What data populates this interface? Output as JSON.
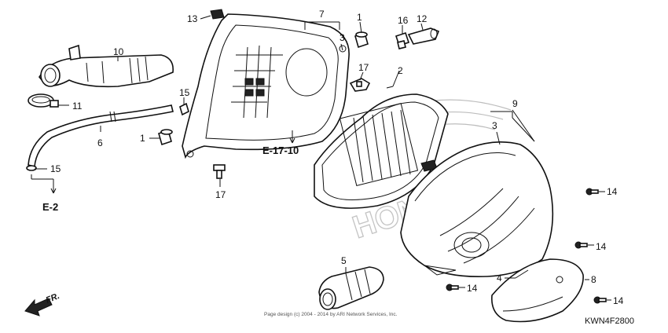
{
  "diagram": {
    "callouts": [
      {
        "id": "c1a",
        "text": "1"
      },
      {
        "id": "c1b",
        "text": "1"
      },
      {
        "id": "c2",
        "text": "2"
      },
      {
        "id": "c3a",
        "text": "3"
      },
      {
        "id": "c3b",
        "text": "3"
      },
      {
        "id": "c4",
        "text": "4"
      },
      {
        "id": "c5",
        "text": "5"
      },
      {
        "id": "c6",
        "text": "6"
      },
      {
        "id": "c7",
        "text": "7"
      },
      {
        "id": "c8",
        "text": "8"
      },
      {
        "id": "c9",
        "text": "9"
      },
      {
        "id": "c10",
        "text": "10"
      },
      {
        "id": "c11",
        "text": "11"
      },
      {
        "id": "c12",
        "text": "12"
      },
      {
        "id": "c13",
        "text": "13"
      },
      {
        "id": "c14a",
        "text": "14"
      },
      {
        "id": "c14b",
        "text": "14"
      },
      {
        "id": "c14c",
        "text": "14"
      },
      {
        "id": "c14d",
        "text": "14"
      },
      {
        "id": "c15a",
        "text": "15"
      },
      {
        "id": "c15b",
        "text": "15"
      },
      {
        "id": "c16",
        "text": "16"
      },
      {
        "id": "c17a",
        "text": "17"
      },
      {
        "id": "c17b",
        "text": "17"
      }
    ],
    "refs": {
      "e_17_10": "E-17-10",
      "e_2": "E-2",
      "front": "FR."
    },
    "watermark": "HONDA",
    "copyright": "Page design (c) 2004 - 2014 by ARI Network Services, Inc.",
    "diagram_code": "KWN4F2800"
  }
}
